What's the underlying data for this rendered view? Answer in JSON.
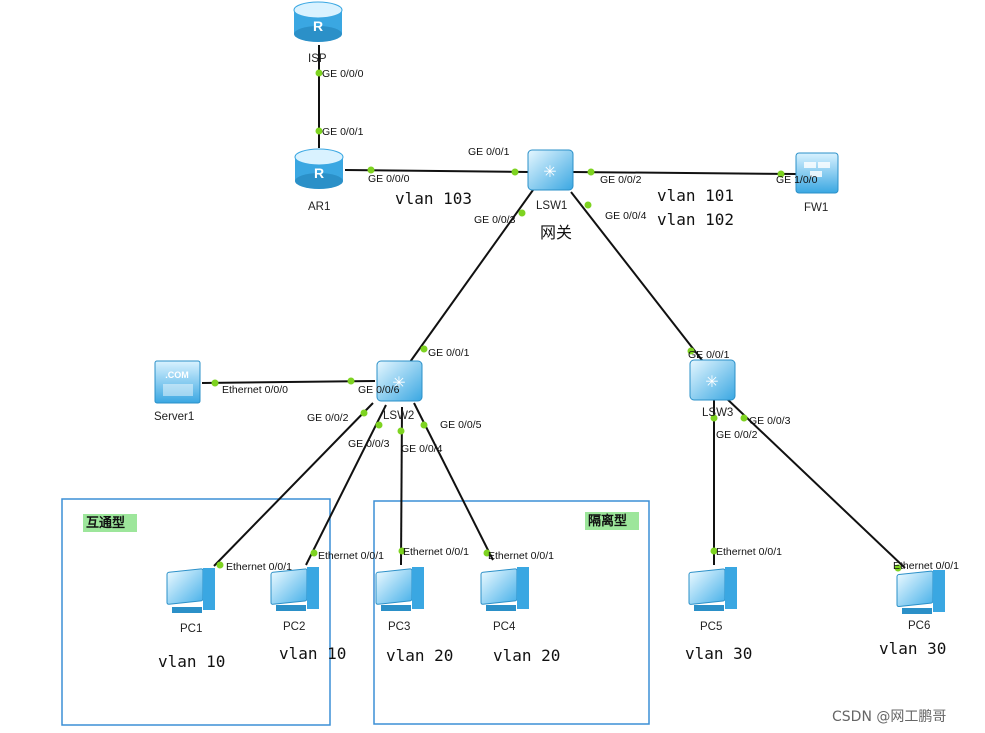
{
  "devices": {
    "isp": "ISP",
    "ar1": "AR1",
    "lsw1": "LSW1",
    "fw1": "FW1",
    "lsw2": "LSW2",
    "lsw3": "LSW3",
    "server1": "Server1",
    "server1_badge": ".COM",
    "pc1": "PC1",
    "pc2": "PC2",
    "pc3": "PC3",
    "pc4": "PC4",
    "pc5": "PC5",
    "pc6": "PC6"
  },
  "ports": {
    "isp_ge000": "GE 0/0/0",
    "ar1_ge001": "GE 0/0/1",
    "ar1_ge000": "GE 0/0/0",
    "lsw1_ge001": "GE 0/0/1",
    "lsw1_ge002": "GE 0/0/2",
    "fw1_ge100": "GE 1/0/0",
    "lsw1_ge003": "GE 0/0/3",
    "lsw1_ge004": "GE 0/0/4",
    "lsw2_ge001": "GE 0/0/1",
    "lsw2_ge006": "GE 0/0/6",
    "server1_eth": "Ethernet 0/0/0",
    "lsw2_ge002": "GE 0/0/2",
    "lsw2_ge003": "GE 0/0/3",
    "lsw2_ge004": "GE 0/0/4",
    "lsw2_ge005": "GE 0/0/5",
    "lsw3_ge001": "GE 0/0/1",
    "lsw3_ge002": "GE 0/0/2",
    "lsw3_ge003": "GE 0/0/3",
    "pc1_eth": "Ethernet 0/0/1",
    "pc2_eth": "Ethernet 0/0/1",
    "pc3_eth": "Ethernet 0/0/1",
    "pc4_eth": "Ethernet 0/0/1",
    "pc5_eth": "Ethernet 0/0/1",
    "pc6_eth": "Ethernet 0/0/1"
  },
  "annotations": {
    "vlan_103": "vlan 103",
    "vlan_101": "vlan 101",
    "vlan_102": "vlan 102",
    "gateway": "网关",
    "pc1_vlan": "vlan 10",
    "pc2_vlan": "vlan 10",
    "pc3_vlan": "vlan 20",
    "pc4_vlan": "vlan 20",
    "pc5_vlan": "vlan 30",
    "pc6_vlan": "vlan 30"
  },
  "groups": {
    "community": "互通型",
    "isolated": "隔离型"
  },
  "watermark": "CSDN @网工鹏哥",
  "colors": {
    "device_light": "#bfe6fb",
    "device_dark": "#2ea3e0",
    "link": "#111111",
    "port_dot": "#7ed321",
    "group_border": "#3b8fd6",
    "group_tag_bg": "#9de69b"
  }
}
